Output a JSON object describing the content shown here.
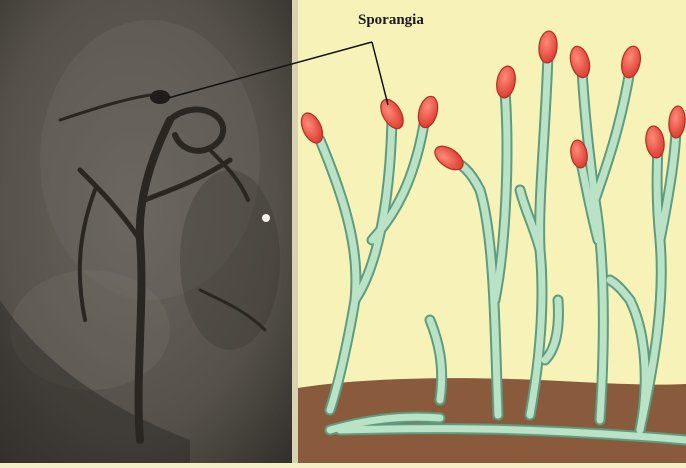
{
  "figure": {
    "label": "Sporangia",
    "panels": [
      "fossil-photo",
      "reconstruction-drawing"
    ]
  },
  "colors": {
    "fossil_background": "#5b5750",
    "fossil_imprint": "#2c2823",
    "drawing_background": "#f7f3b8",
    "soil": "#8a5a3c",
    "stem": "#b9e2c7",
    "stem_outline": "#5f9b7d",
    "sporangium": "#e64a3c",
    "leader_line": "#111111"
  }
}
